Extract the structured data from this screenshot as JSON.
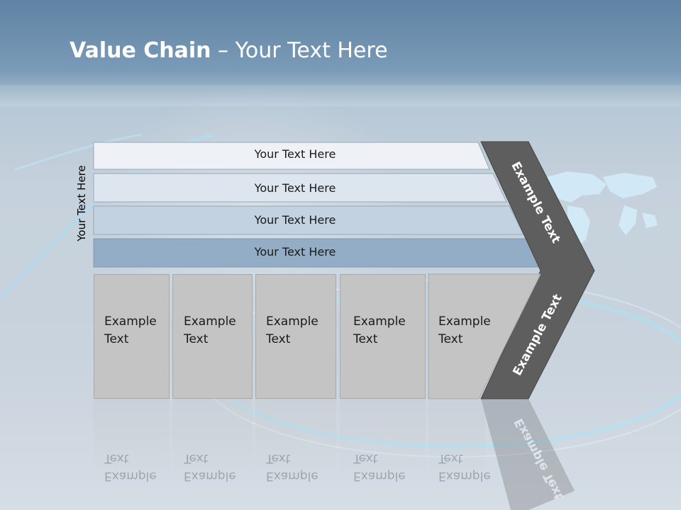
{
  "title": {
    "bold": "Value Chain",
    "rest": " – Your Text Here"
  },
  "side_label": "Your Text Here",
  "rows": [
    {
      "label": "Your Text Here",
      "color": "#eef2f6"
    },
    {
      "label": "Your Text Here",
      "color": "#dde5ee"
    },
    {
      "label": "Your Text Here",
      "color": "#c3d2e0"
    },
    {
      "label": "Your Text Here",
      "color": "#93adc7"
    }
  ],
  "boxes": [
    {
      "label": "Example\nText"
    },
    {
      "label": "Example\nText"
    },
    {
      "label": "Example\nText"
    },
    {
      "label": "Example\nText"
    },
    {
      "label": "Example\nText"
    }
  ],
  "chevron_top": {
    "label": "Example Text"
  },
  "chevron_bottom": {
    "label": "Example Text"
  },
  "colors": {
    "chevron": "#5e5e5e",
    "box": "#c4c4c4",
    "title": "#ffffff"
  }
}
